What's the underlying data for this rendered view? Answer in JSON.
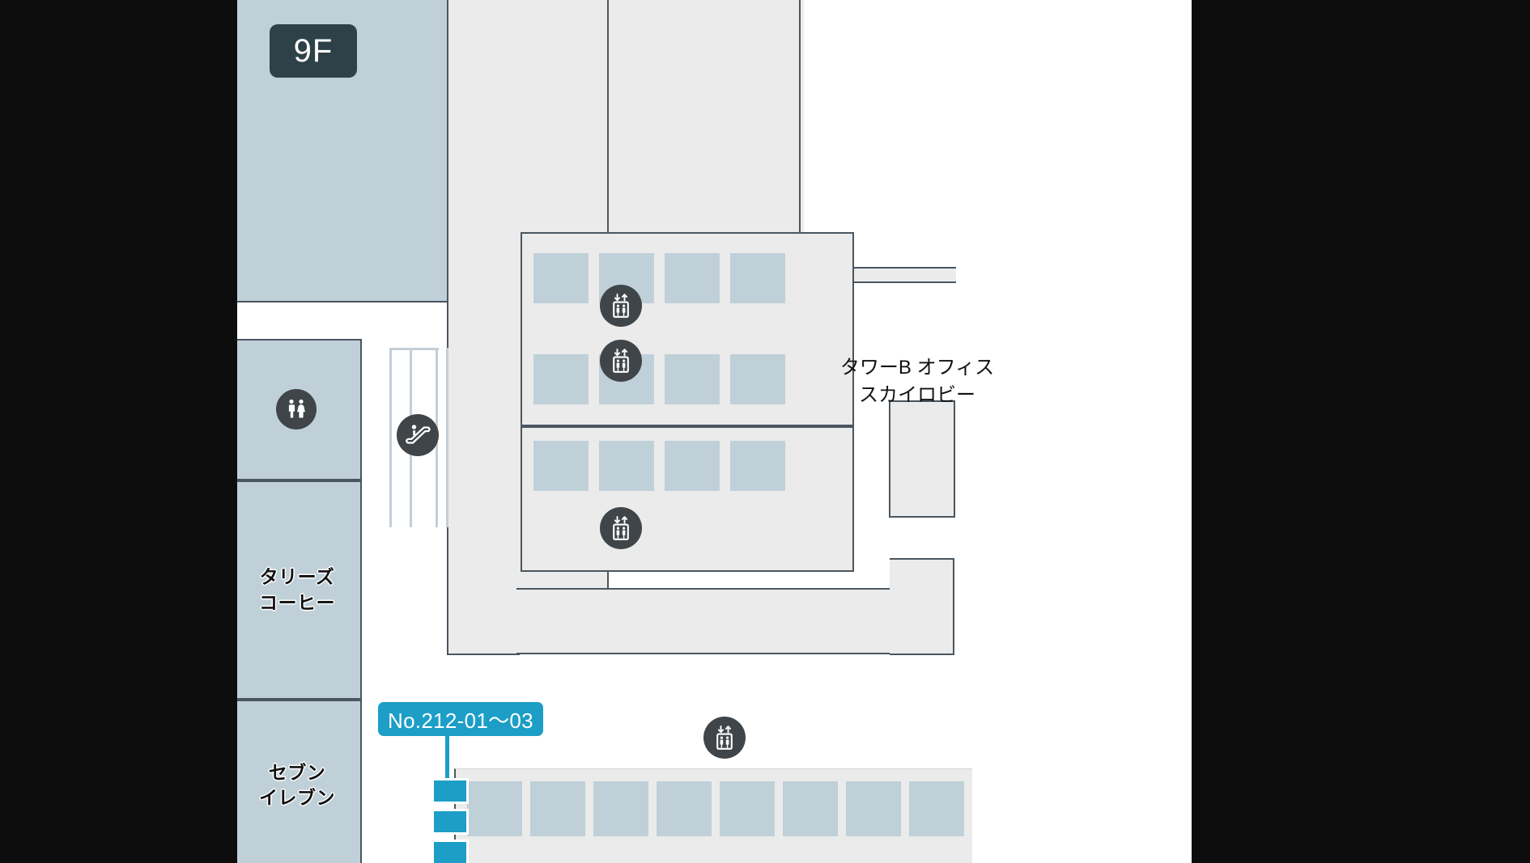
{
  "map": {
    "floor_badge": "9F",
    "background_color": "#ffffff",
    "letterbox_color": "#0d0d0d",
    "slab_color": "#ebebeb",
    "tenant_color": "#bfd0d8",
    "outline_color": "#4a5660",
    "icon_color": "#3f4549",
    "accent_color": "#1c9ec7",
    "badge_color": "#2e4149"
  },
  "tenants": [
    {
      "name": "restroom-block",
      "label": ""
    },
    {
      "name": "tullys-coffee",
      "label": "タリーズ\nコーヒー"
    },
    {
      "name": "seven-eleven",
      "label": "セブン\nイレブン"
    }
  ],
  "area_labels": [
    {
      "name": "tower-b-sky-lobby",
      "text": "タワーB オフィス\nスカイロビー"
    }
  ],
  "callout": {
    "label": "No.212-01〜03",
    "chip_count": 3
  },
  "icons": [
    {
      "name": "restroom-icon",
      "type": "restroom"
    },
    {
      "name": "escalator-icon",
      "type": "escalator"
    },
    {
      "name": "elevator-icon-1",
      "type": "elevator"
    },
    {
      "name": "elevator-icon-2",
      "type": "elevator"
    },
    {
      "name": "elevator-icon-3",
      "type": "elevator"
    },
    {
      "name": "elevator-icon-4",
      "type": "elevator"
    }
  ],
  "elevator_bank": {
    "rows": 3,
    "cars_per_row": 4
  },
  "shop_row": {
    "count": 8
  }
}
